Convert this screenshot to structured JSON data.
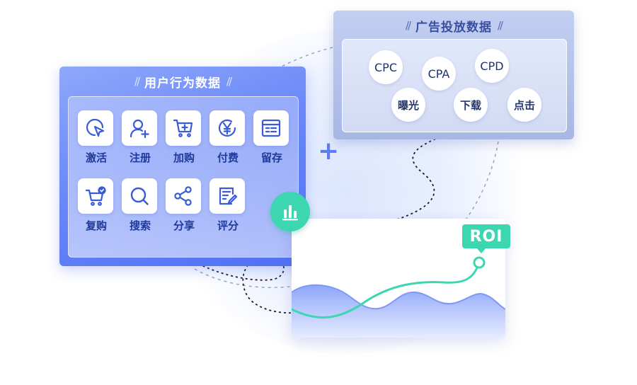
{
  "user_panel": {
    "title": "用户行为数据",
    "items": [
      {
        "label": "激活",
        "icon": "cursor-click-icon"
      },
      {
        "label": "注册",
        "icon": "user-add-icon"
      },
      {
        "label": "加购",
        "icon": "cart-add-icon"
      },
      {
        "label": "付费",
        "icon": "yen-coin-icon"
      },
      {
        "label": "留存",
        "icon": "list-doc-icon"
      },
      {
        "label": "复购",
        "icon": "cart-check-icon"
      },
      {
        "label": "搜索",
        "icon": "search-icon"
      },
      {
        "label": "分享",
        "icon": "share-icon"
      },
      {
        "label": "评分",
        "icon": "edit-form-icon"
      }
    ]
  },
  "ad_panel": {
    "title": "广告投放数据",
    "metrics": [
      "CPC",
      "CPA",
      "CPD",
      "曝光",
      "下载",
      "点击"
    ]
  },
  "connector": {
    "plus": "+"
  },
  "roi": {
    "label": "ROI"
  },
  "colors": {
    "primary": "#5b7ef5",
    "accent_green": "#3cd6b0",
    "label_dark": "#1f3a9c"
  }
}
